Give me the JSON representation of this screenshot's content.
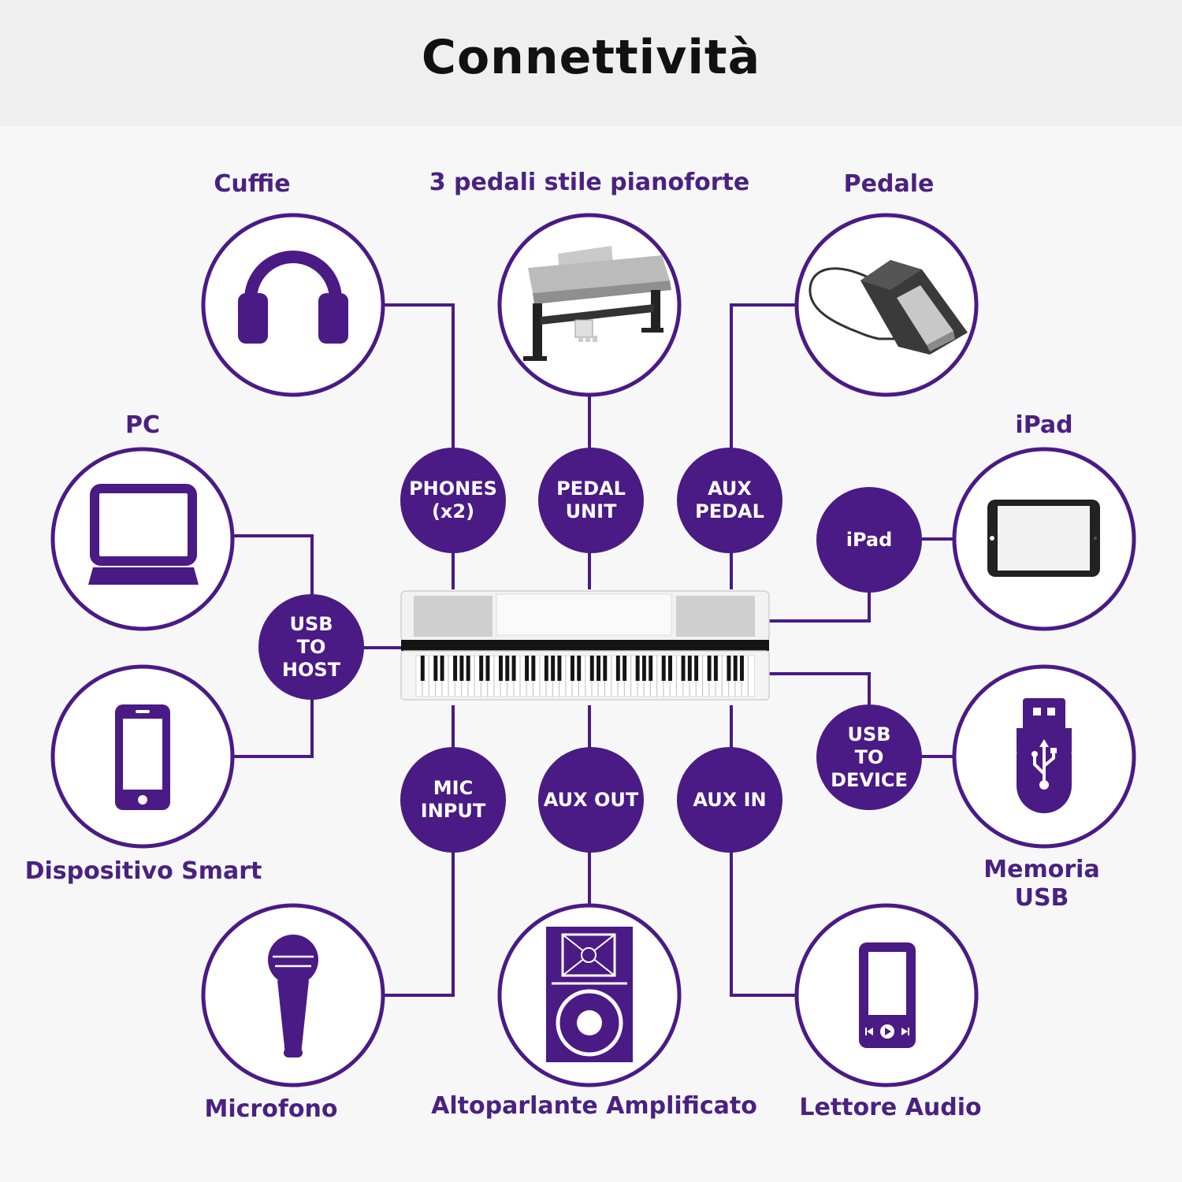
{
  "title": "Connettività",
  "colors": {
    "purple": "#4a1a85",
    "label": "#4a2180",
    "background": "#f7f7f7",
    "header": "#efefef"
  },
  "devices": {
    "headphones": {
      "label": "Cuffie",
      "icon": "headphones-icon"
    },
    "pedal_unit": {
      "label": "3 pedali stile pianoforte",
      "icon": "piano-pedals-image"
    },
    "pedal": {
      "label": "Pedale",
      "icon": "sustain-pedal-image"
    },
    "pc": {
      "label": "PC",
      "icon": "laptop-icon"
    },
    "ipad": {
      "label": "iPad",
      "icon": "tablet-icon"
    },
    "smart_device": {
      "label": "Dispositivo Smart",
      "icon": "smartphone-icon"
    },
    "usb_memory": {
      "label": "Memoria\nUSB",
      "icon": "usb-drive-icon"
    },
    "microphone": {
      "label": "Microfono",
      "icon": "microphone-icon"
    },
    "speaker": {
      "label": "Altoparlante Amplificato",
      "icon": "speaker-icon"
    },
    "audio_player": {
      "label": "Lettore Audio",
      "icon": "audio-player-icon"
    }
  },
  "ports": {
    "phones": "PHONES\n(x2)",
    "pedal_unit": "PEDAL\nUNIT",
    "aux_pedal": "AUX\nPEDAL",
    "ipad": "iPad",
    "usb_to_host": "USB\nTO\nHOST",
    "usb_to_device": "USB\nTO\nDEVICE",
    "mic_input": "MIC\nINPUT",
    "aux_out": "AUX OUT",
    "aux_in": "AUX IN"
  }
}
